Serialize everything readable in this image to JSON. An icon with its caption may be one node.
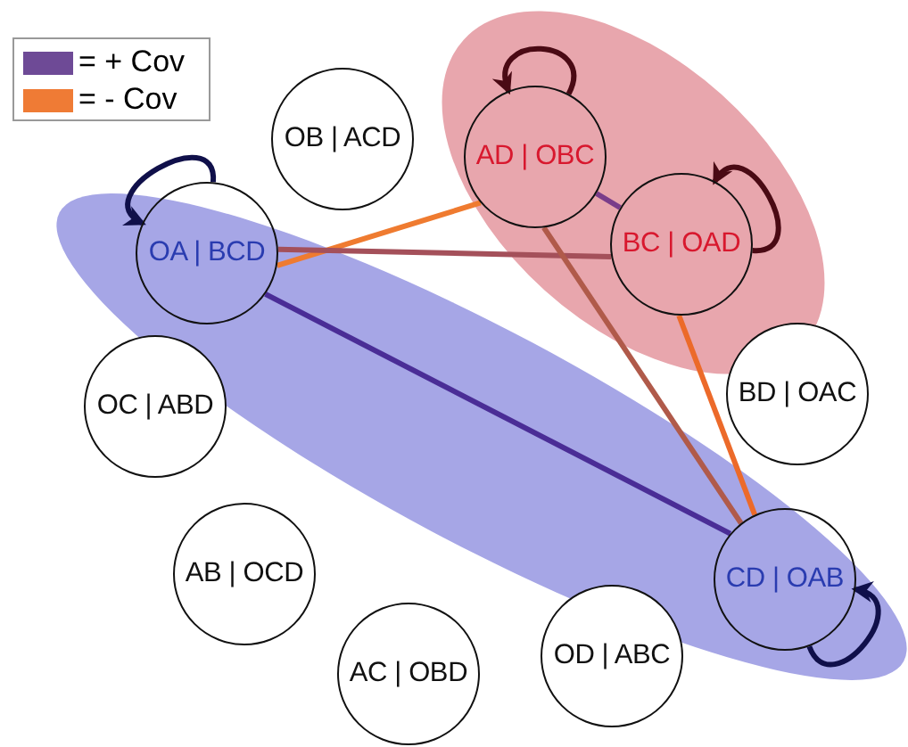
{
  "diagram": {
    "nodes": [
      {
        "text": [
          "OA | BCD"
        ]
      },
      {
        "text": [
          "OB | ACD"
        ]
      },
      {
        "text": [
          "AD | OBC"
        ]
      },
      {
        "text": [
          "BC | OAD"
        ]
      },
      {
        "text": [
          "BD | OAC"
        ]
      },
      {
        "text": [
          "OC | ABD"
        ]
      },
      {
        "text": [
          "AB | OCD"
        ]
      },
      {
        "text": [
          "CD | OAB"
        ]
      },
      {
        "text": [
          "AC | OBD"
        ]
      },
      {
        "text": [
          "OD | ABC"
        ]
      }
    ],
    "edges": [
      {
        "from": 0,
        "to": 7,
        "arrow": "none",
        "color": "#4a2d96"
      },
      {
        "from": 0,
        "to": 2,
        "arrow": "none",
        "color": "#ef7b30"
      },
      {
        "from": 0,
        "to": 3,
        "arrow": "none",
        "color": "#a4505a"
      },
      {
        "from": 2,
        "to": 3,
        "arrow": "none",
        "color": "#7a3d8a"
      },
      {
        "from": 2,
        "to": 7,
        "arrow": "none",
        "color": "#b05a4a"
      },
      {
        "from": 3,
        "to": 7,
        "arrow": "none",
        "color": "#ec6a2a"
      },
      {
        "from": 0,
        "to": 0,
        "arrow": "to",
        "color": "#10104a"
      },
      {
        "from": 2,
        "to": 2,
        "arrow": "to",
        "color": "#4a0a14"
      },
      {
        "from": 3,
        "to": 3,
        "arrow": "to",
        "color": "#4a0a14"
      },
      {
        "from": 7,
        "to": 7,
        "arrow": "to",
        "color": "#10104a"
      }
    ],
    "legend": [
      {
        "text": "= + Cov",
        "color": "#6e4a96"
      },
      {
        "text": "= - Cov",
        "color": "#ef7b35"
      }
    ]
  }
}
